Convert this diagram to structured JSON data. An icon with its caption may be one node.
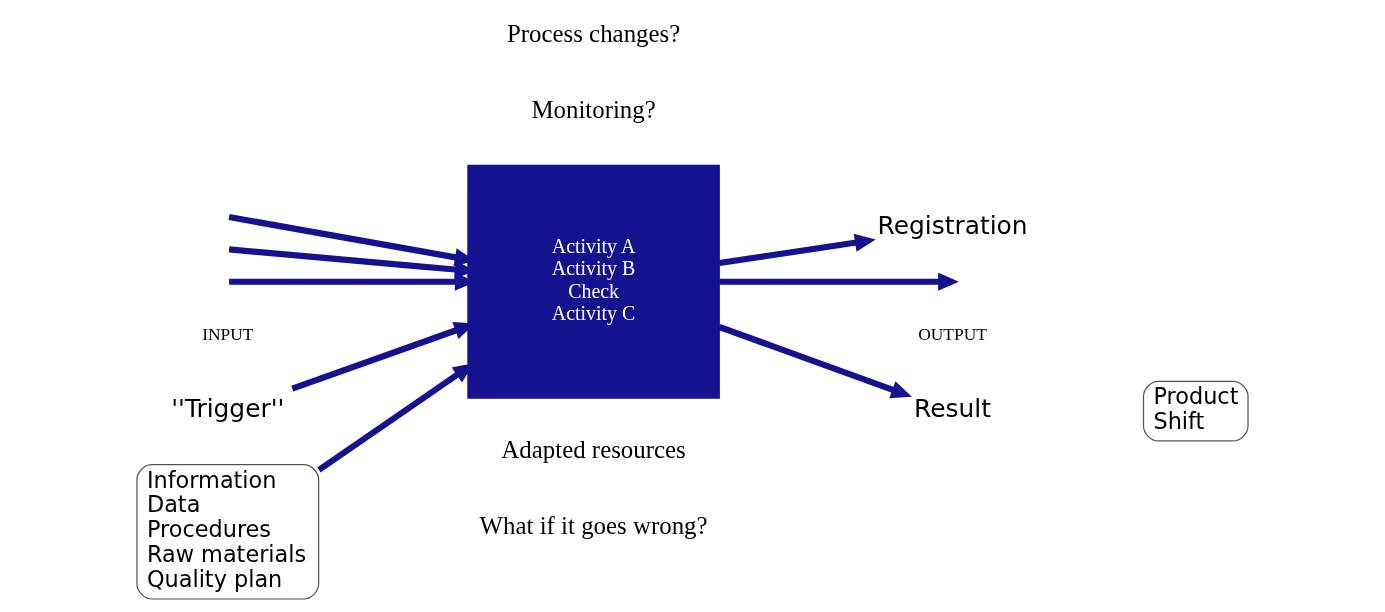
{
  "diagram": {
    "nodes": [
      {
        "text": [
          "''Trigger''"
        ]
      },
      {
        "text": [
          "Information",
          "Data",
          "Procedures",
          "Raw materials",
          "Quality plan"
        ]
      },
      {
        "text": [
          "Activity A",
          "Activity B",
          "Check",
          "Activity C"
        ]
      },
      {
        "text": [
          "Result"
        ]
      },
      {
        "text": [
          "Product",
          "Shift"
        ]
      },
      {
        "text": [
          "Registration"
        ]
      }
    ],
    "edges": [
      {
        "from": 0,
        "to": 2,
        "arrow": "to"
      },
      {
        "from": 1,
        "to": 2,
        "arrow": "to"
      },
      {
        "from": 2,
        "to": 3,
        "arrow": "to"
      },
      {
        "from": 2,
        "to": 5,
        "arrow": "to"
      },
      {
        "from": null,
        "to": 2,
        "arrow": "to"
      },
      {
        "from": null,
        "to": 2,
        "arrow": "to"
      },
      {
        "from": null,
        "to": 2,
        "arrow": "to"
      },
      {
        "from": 2,
        "to": null,
        "arrow": "to"
      }
    ],
    "labels": [
      "Process changes?",
      "Monitoring?",
      "INPUT",
      "OUTPUT",
      "Adapted resources",
      "What if it goes wrong?"
    ]
  }
}
